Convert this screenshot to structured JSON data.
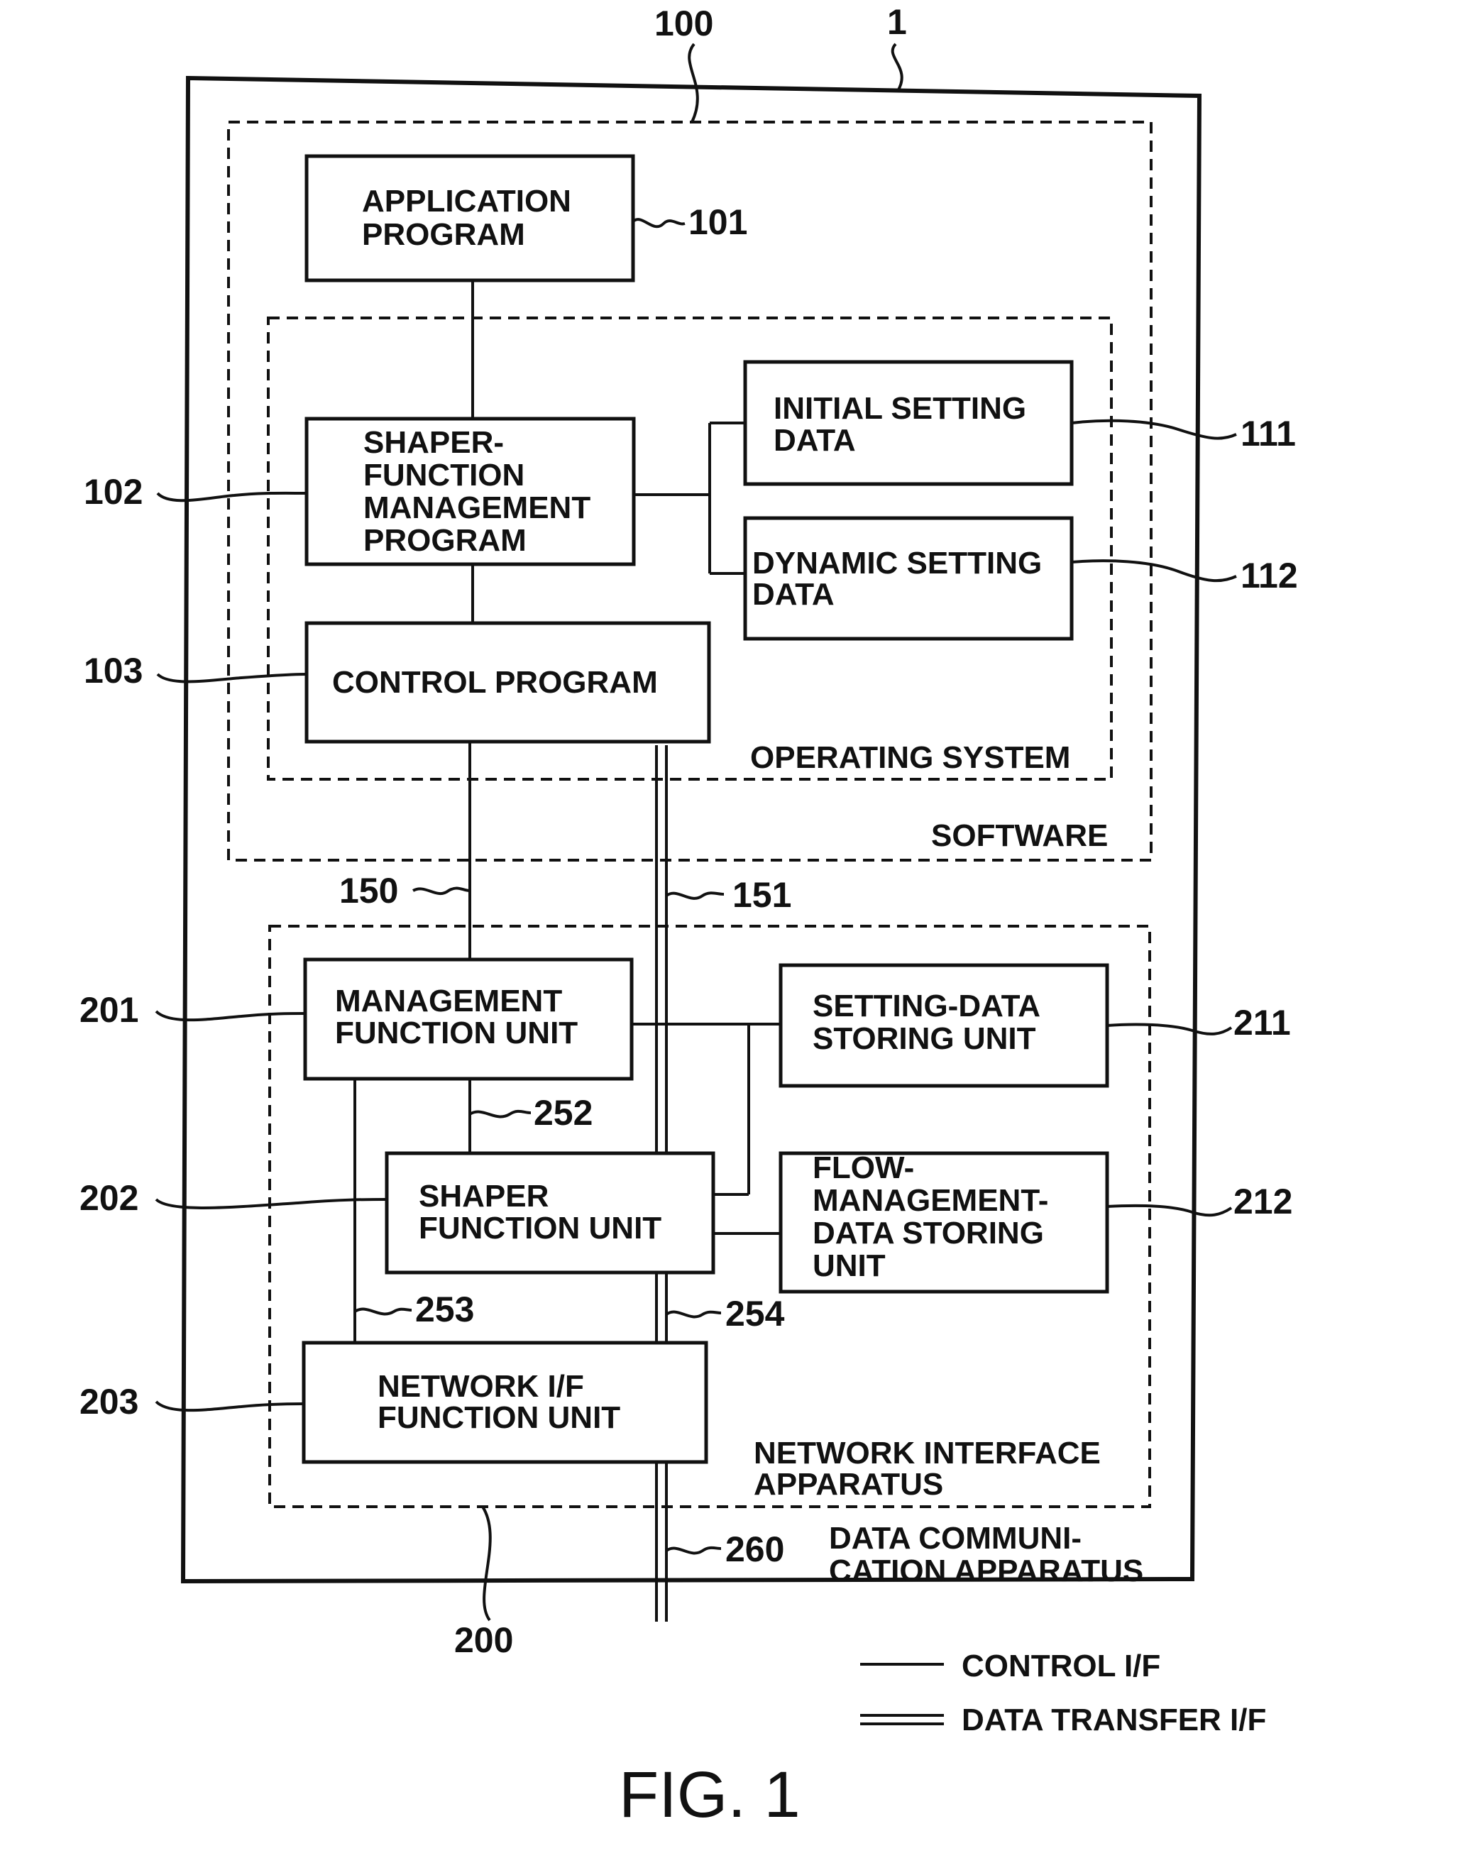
{
  "figure_title": "FIG. 1",
  "outer": {
    "ref": "1",
    "label_lines": [
      "DATA COMMUNI-",
      "CATION APPARATUS"
    ]
  },
  "software": {
    "ref": "100",
    "label": "SOFTWARE"
  },
  "os": {
    "label": "OPERATING SYSTEM"
  },
  "nia": {
    "ref": "200",
    "label_lines": [
      "NETWORK INTERFACE",
      "APPARATUS"
    ]
  },
  "boxes": {
    "app": {
      "ref": "101",
      "lines": [
        "APPLICATION",
        "PROGRAM"
      ]
    },
    "sfm": {
      "ref": "102",
      "lines": [
        "SHAPER-",
        "FUNCTION",
        "MANAGEMENT",
        "PROGRAM"
      ]
    },
    "ctrl": {
      "ref": "103",
      "lines": [
        "CONTROL PROGRAM"
      ]
    },
    "isd": {
      "ref": "111",
      "lines": [
        "INITIAL SETTING",
        "DATA"
      ]
    },
    "dsd": {
      "ref": "112",
      "lines": [
        "DYNAMIC SETTING",
        "DATA"
      ]
    },
    "mfu": {
      "ref": "201",
      "lines": [
        "MANAGEMENT",
        "FUNCTION UNIT"
      ]
    },
    "sfu": {
      "ref": "202",
      "lines": [
        "SHAPER",
        "FUNCTION UNIT"
      ]
    },
    "nif": {
      "ref": "203",
      "lines": [
        "NETWORK I/F",
        "FUNCTION UNIT"
      ]
    },
    "sdsu": {
      "ref": "211",
      "lines": [
        "SETTING-DATA",
        "STORING UNIT"
      ]
    },
    "fmdsu": {
      "ref": "212",
      "lines": [
        "FLOW-",
        "MANAGEMENT-",
        "DATA STORING",
        "UNIT"
      ]
    }
  },
  "links": {
    "l150": "150",
    "l151": "151",
    "l252": "252",
    "l253": "253",
    "l254": "254",
    "l260": "260"
  },
  "legend": {
    "control": "CONTROL I/F",
    "data": "DATA TRANSFER I/F"
  }
}
